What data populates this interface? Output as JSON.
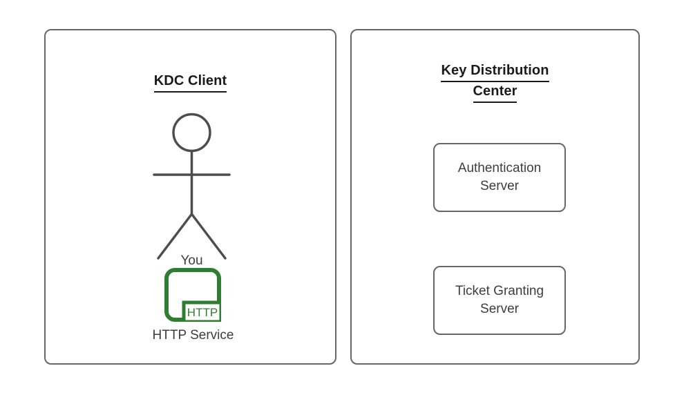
{
  "diagram": {
    "background_color": "#ffffff",
    "stroke_color": "#666666",
    "text_color": "#3d3d3d",
    "title_color": "#1a1a1a",
    "accent_green": "#2f7d32"
  },
  "panels": [
    {
      "id": "kdc-client",
      "title_lines": [
        "KDC Client"
      ],
      "nodes": [
        {
          "type": "actor",
          "label": "You",
          "icon": "stick-figure-icon"
        },
        {
          "type": "service",
          "label": "HTTP Service",
          "icon": "http-service-icon",
          "badge": "HTTP",
          "color": "#2f7d32"
        }
      ]
    },
    {
      "id": "key-distribution-center",
      "title_lines": [
        "Key Distribution",
        "Center"
      ],
      "nodes": [
        {
          "type": "box",
          "label_lines": [
            "Authentication",
            "Server"
          ]
        },
        {
          "type": "box",
          "label_lines": [
            "Ticket Granting",
            "Server"
          ]
        }
      ]
    }
  ]
}
